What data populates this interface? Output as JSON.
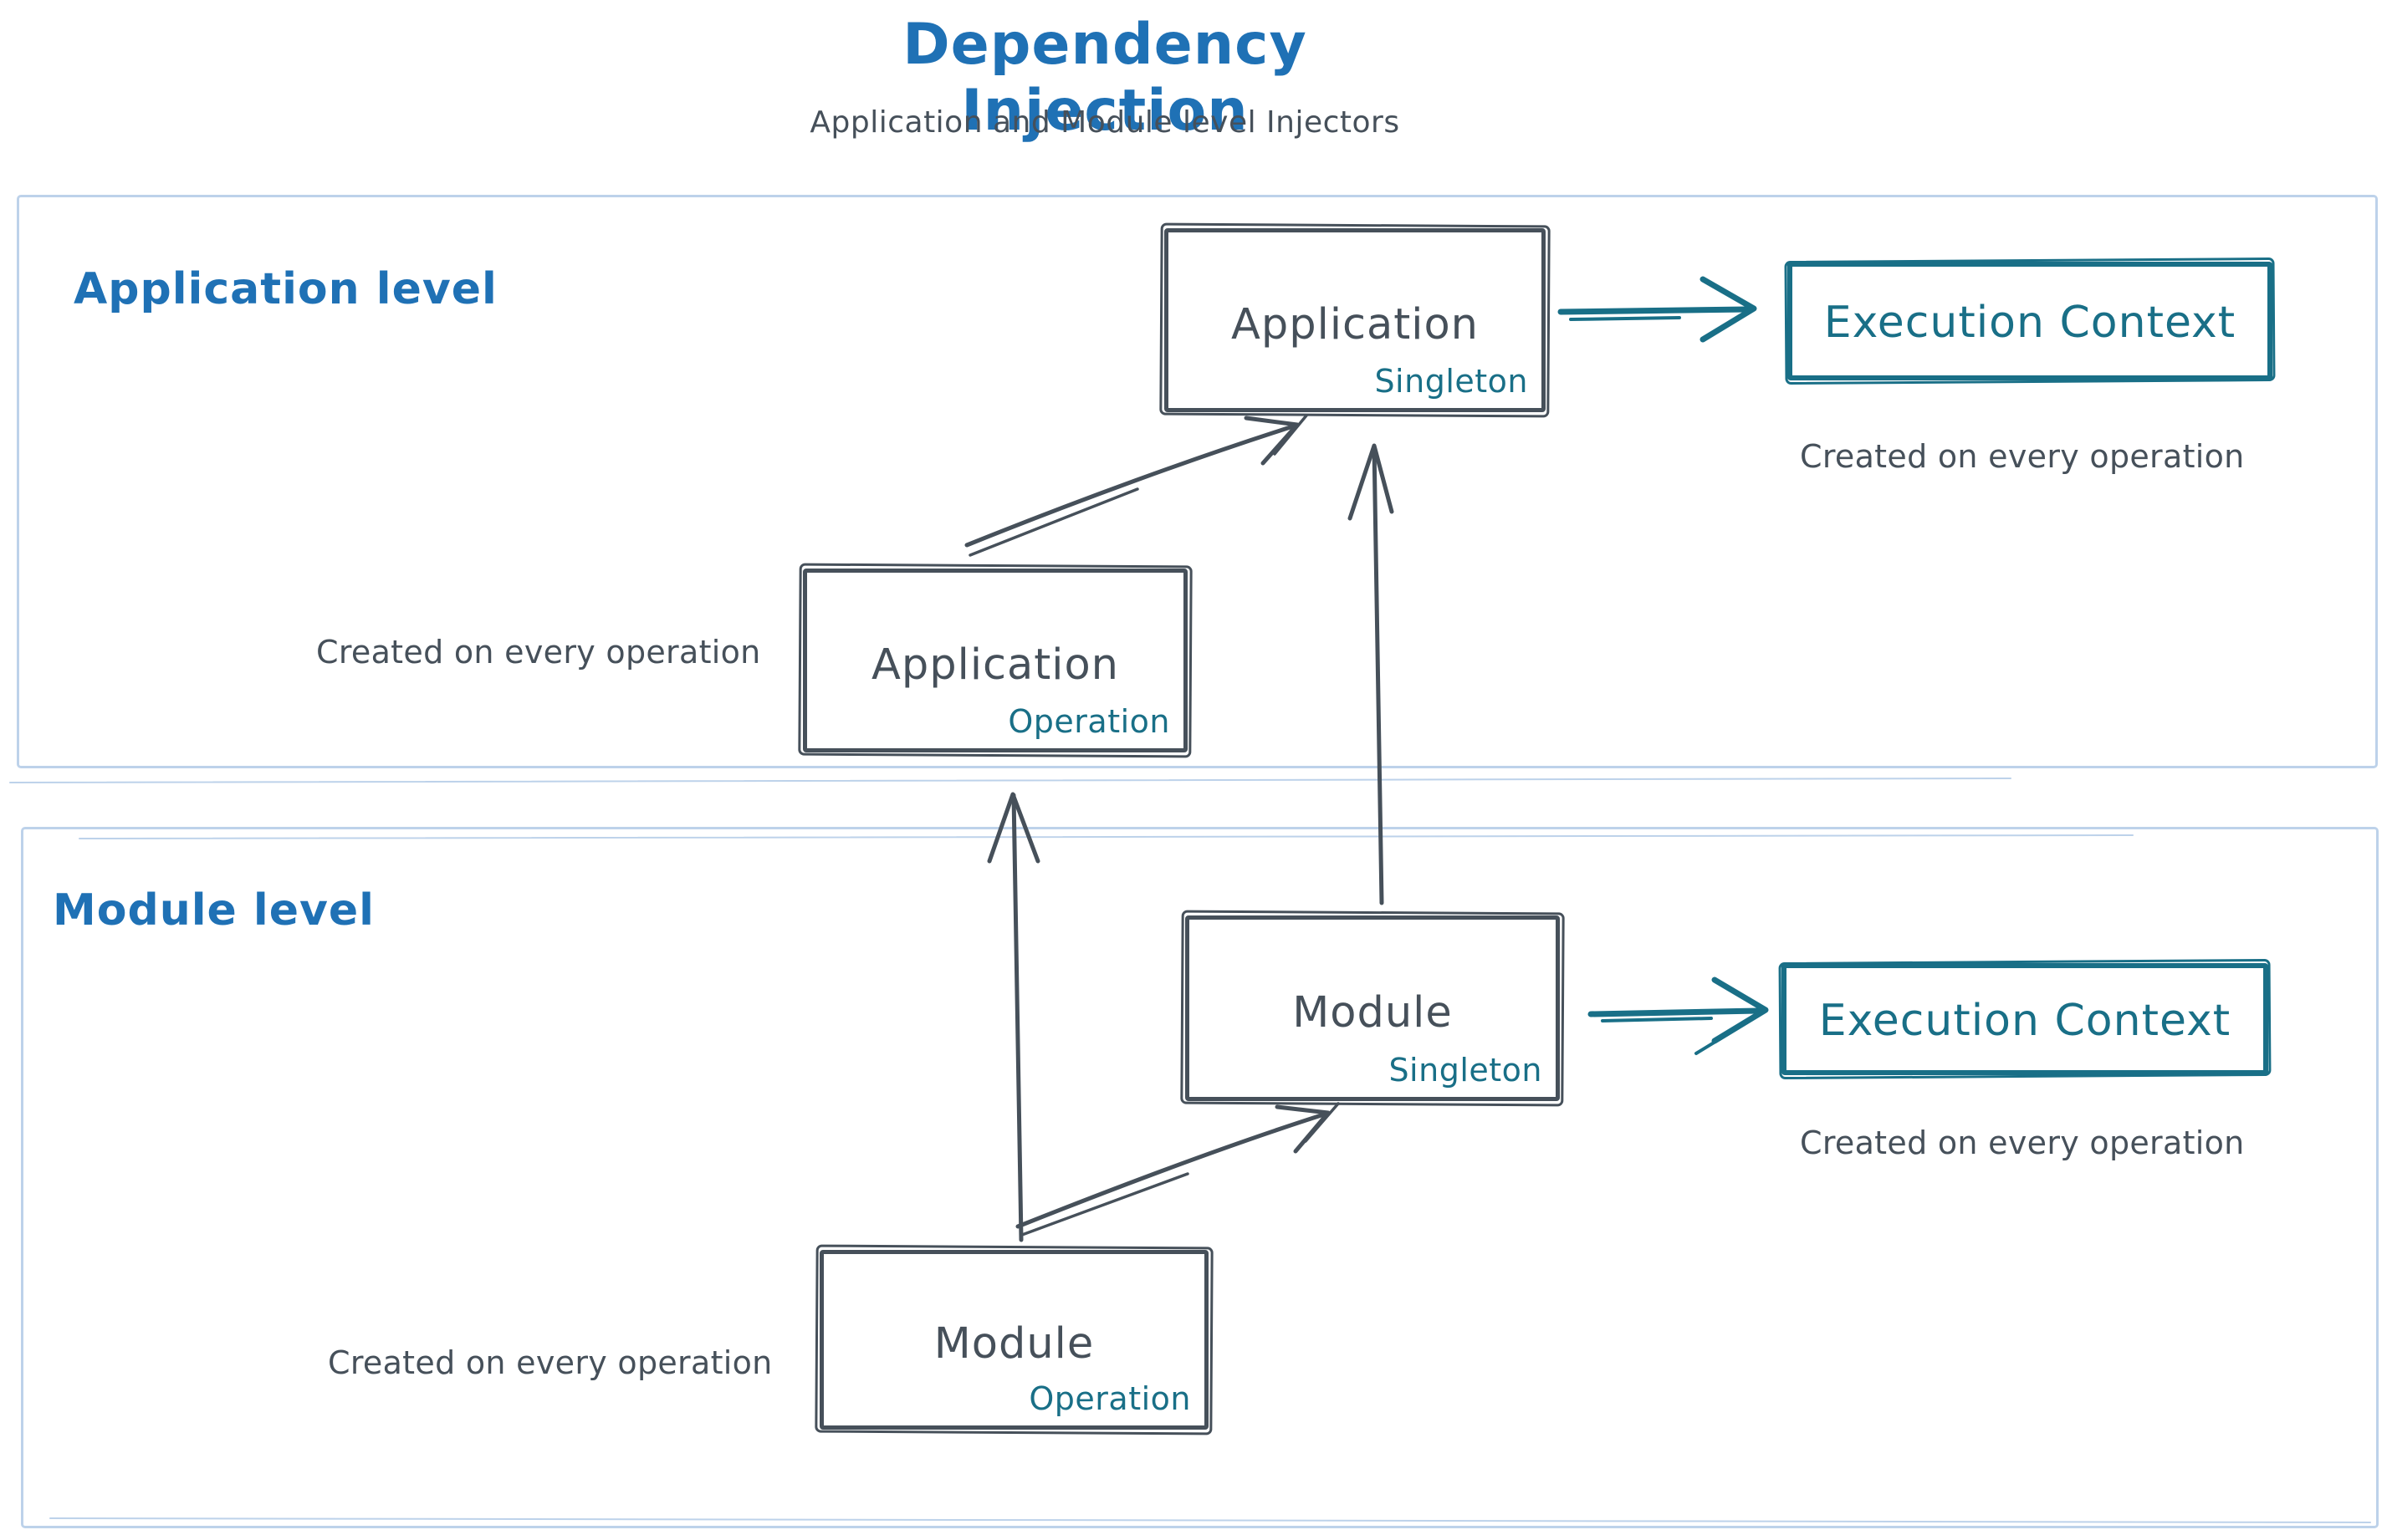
{
  "title": {
    "text": "Dependency Injection",
    "subtitle": "Application and Module level Injectors"
  },
  "colors": {
    "blue": "#1f71b5",
    "teal": "#196f87",
    "dark": "#46505a",
    "frame": "#bdd2ea",
    "background": "#ffffff"
  },
  "levels": [
    {
      "id": "application",
      "label": "Application level"
    },
    {
      "id": "module",
      "label": "Module level"
    }
  ],
  "nodes": {
    "app_singleton": {
      "label": "Application",
      "tag": "Singleton"
    },
    "app_operation": {
      "label": "Application",
      "tag": "Operation"
    },
    "module_singleton": {
      "label": "Module",
      "tag": "Singleton"
    },
    "module_operation": {
      "label": "Module",
      "tag": "Operation"
    },
    "ec_app": {
      "label": "Execution Context"
    },
    "ec_module": {
      "label": "Execution Context"
    }
  },
  "captions": {
    "app_operation": "Created on every operation",
    "ec_app": "Created on every operation",
    "module_operation": "Created on every operation",
    "ec_module": "Created on every operation"
  }
}
